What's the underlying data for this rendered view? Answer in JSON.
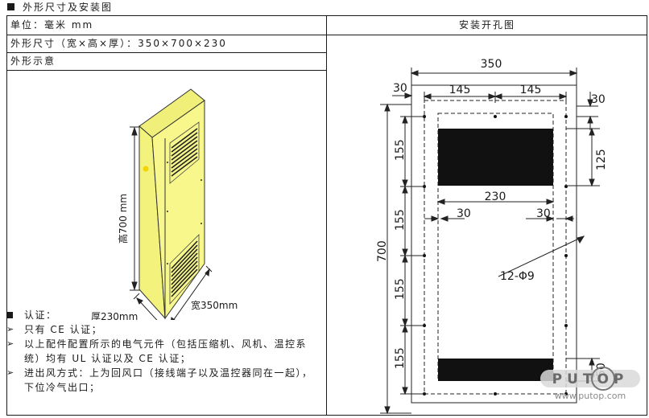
{
  "header": {
    "title": "外形尺寸及安装图"
  },
  "table": {
    "unit": "单位：毫米 mm",
    "right_title": "安装开孔图",
    "size_label": "外形尺寸（宽×高×厚）：350×700×230",
    "sketch_label": "外形示意"
  },
  "sketch": {
    "height_label": "高700 mm",
    "width_label": "宽350mm",
    "depth_label": "厚230mm"
  },
  "notes": {
    "cert_title": "认证：",
    "items": [
      "只有 CE 认证；",
      "以上配件配置所示的电气元件（包括压缩机、风机、温控系统）均有 UL 认证以及 CE 认证；",
      "进出风方式：上为回风口（接线端子以及温控器同在一起），下位冷气出口；"
    ]
  },
  "drawing": {
    "dims": {
      "total_width": "350",
      "left_half": "145",
      "right_half": "145",
      "top_left_margin": "30",
      "top_right_margin": "30",
      "total_height": "700",
      "seg1": "155",
      "seg2": "155",
      "seg3": "155",
      "seg4": "155",
      "upper_opening_h": "125",
      "lower_opening_h": "50",
      "inner_width": "230",
      "inner_left_margin": "30",
      "inner_right_margin": "30",
      "holes": "12-Φ9"
    }
  },
  "watermark": {
    "brand": "PUTOP",
    "url": "www.putop.com"
  }
}
